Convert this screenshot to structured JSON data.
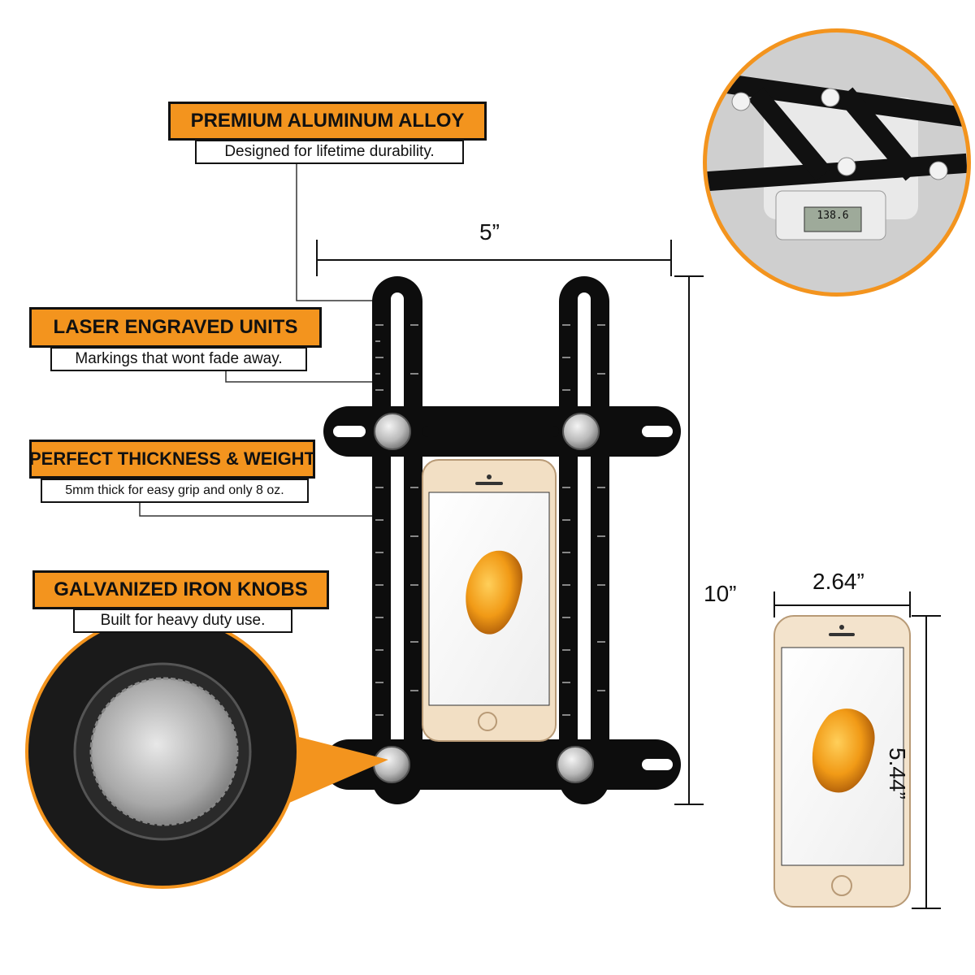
{
  "callouts": [
    {
      "title": "PREMIUM ALUMINUM ALLOY",
      "subtitle": "Designed for lifetime durability."
    },
    {
      "title": "LASER ENGRAVED UNITS",
      "subtitle": "Markings that wont fade away."
    },
    {
      "title": "PERFECT THICKNESS & WEIGHT",
      "subtitle": "5mm thick for easy grip and only 8 oz."
    },
    {
      "title": "GALVANIZED IRON KNOBS",
      "subtitle": "Built for heavy duty use."
    }
  ],
  "dimensions": {
    "template_width": "5”",
    "template_height": "10”",
    "phone_width": "2.64”",
    "phone_height": "5.44”"
  },
  "scale_display": "138.6",
  "colors": {
    "accent": "#f3941e",
    "ruler": "#0d0d0d",
    "outline": "#111111"
  }
}
